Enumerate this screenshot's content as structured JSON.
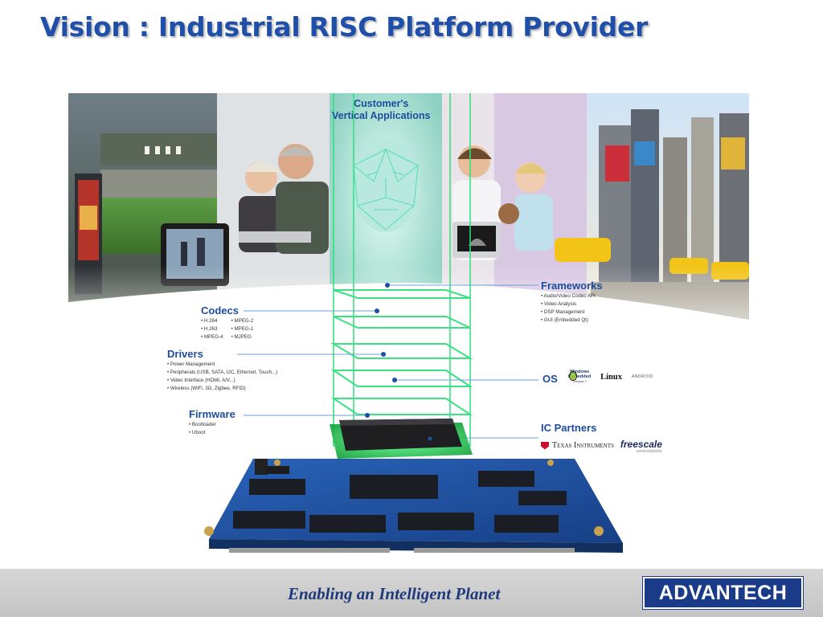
{
  "slide": {
    "title": "Vision : Industrial RISC Platform Provider"
  },
  "diagram": {
    "center_label_line1": "Customer's",
    "center_label_line2": "Vertical Applications",
    "frameworks": {
      "title": "Frameworks",
      "items": [
        "Audio/Video Codec API",
        "Video Analysis",
        "DSP Management",
        "GUI (Embedded Qt)"
      ]
    },
    "codecs": {
      "title": "Codecs",
      "col1": [
        "H.264",
        "H.263",
        "MPEG-4"
      ],
      "col2": [
        "MPEG-2",
        "MPEG-1",
        "MJPEG"
      ]
    },
    "drivers": {
      "title": "Drivers",
      "items": [
        "Power Management",
        "Peripherals (USB, SATA, I2C, Ethernet, Touch...)",
        "Video Interface (HDMI, A/V...)",
        "Wireless (WiFi, 3G, Zigbee, RFID)"
      ]
    },
    "os": {
      "title": "OS",
      "windows_line1": "Windows",
      "windows_line2": "Embedded",
      "windows_line3": "Compact 7",
      "linux": "Linux",
      "android": "ANDROID"
    },
    "firmware": {
      "title": "Firmware",
      "items": [
        "Bootloader",
        "Uboot"
      ]
    },
    "ic_partners": {
      "title": "IC Partners",
      "ti": "Texas Instruments",
      "freescale": "freescale",
      "freescale_sub": "semiconductor"
    }
  },
  "footer": {
    "tagline": "Enabling an Intelligent Planet",
    "logo_text": "ADVANTECH"
  },
  "colors": {
    "title": "#1f4fa8",
    "label_blue": "#1c4c9c",
    "glow_green": "#22dd66",
    "board_blue": "#1f55a8",
    "logo_bg": "#1a3c88"
  }
}
